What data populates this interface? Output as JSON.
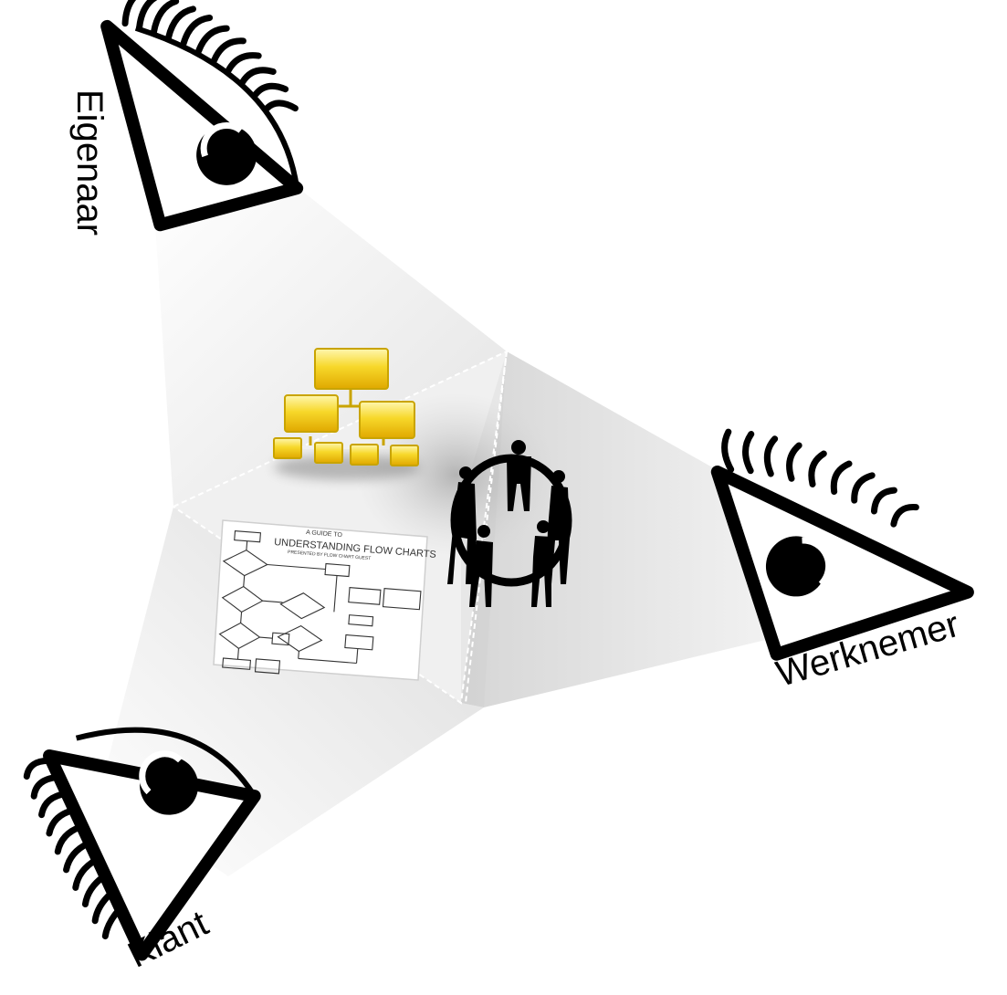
{
  "labels": {
    "owner": "Eigenaar",
    "employee": "Werknemer",
    "client": "Klant"
  },
  "flowchart": {
    "title_line1": "A GUIDE TO",
    "title_line2": "UNDERSTANDING FLOW CHARTS",
    "title_line3": "PRESENTED BY FLOW CHART GUEST"
  },
  "icons": {
    "eyes": "eye-icon",
    "org": "org-chart-icon",
    "people": "people-circle-icon",
    "doc": "flowchart-document-icon"
  },
  "colors": {
    "outline": "#000000",
    "plane_light": "#f2f2f2",
    "plane_mid": "#d9d9d9",
    "org_fill": "#f5d31e",
    "org_stroke": "#c9a400",
    "paper": "#ffffff"
  }
}
